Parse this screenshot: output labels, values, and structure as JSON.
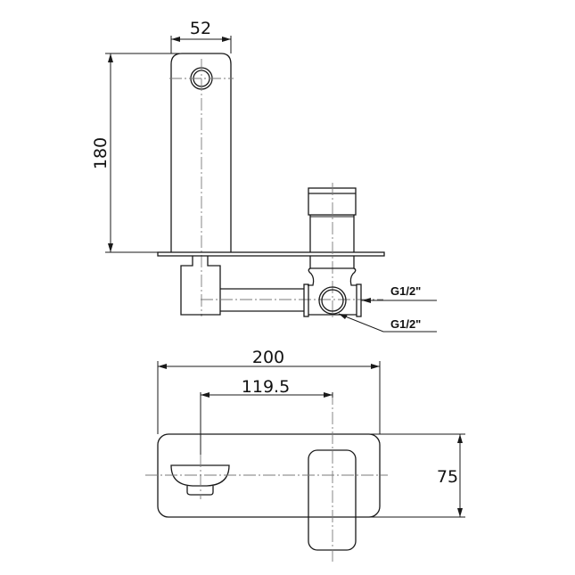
{
  "drawing": {
    "title": "Wall-mounted basin mixer technical drawing",
    "units": "mm",
    "views": {
      "side_view": {
        "dimensions": {
          "spout_width": "52",
          "spout_height": "180"
        },
        "connection_labels": {
          "inlet_top": "G1/2\"",
          "inlet_bottom": "G1/2\""
        }
      },
      "front_view": {
        "dimensions": {
          "plate_width": "200",
          "spout_to_handle_centers": "119.5",
          "plate_height": "75"
        }
      }
    },
    "colors": {
      "line": "#1a1a1a",
      "centerline": "#7a7a7a",
      "background": "#ffffff"
    }
  }
}
